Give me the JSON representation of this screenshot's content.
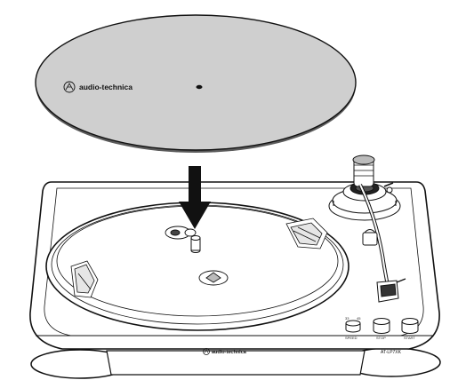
{
  "mat": {
    "brand": "audio-technica"
  },
  "plinth": {
    "brand": "audio-technica",
    "model": "AT-LP7XK"
  },
  "controls": {
    "speed_label": "SPEED",
    "speed_33": "33",
    "speed_45": "45",
    "stop_label": "STOP",
    "start_label": "START"
  },
  "arrow_direction": "down",
  "colors": {
    "mat_fill": "#cfcfcf",
    "line": "#111111",
    "background": "#ffffff"
  }
}
